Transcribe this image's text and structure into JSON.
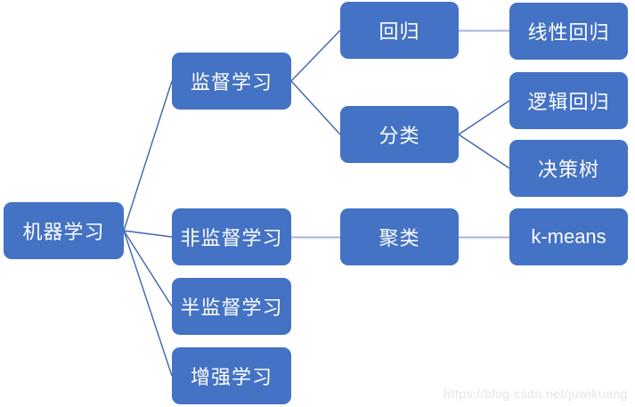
{
  "diagram": {
    "type": "tree",
    "nodes": [
      {
        "id": "machine-learning",
        "label": "机器学习"
      },
      {
        "id": "supervised-learning",
        "label": "监督学习"
      },
      {
        "id": "unsupervised-learning",
        "label": "非监督学习"
      },
      {
        "id": "semi-supervised-learning",
        "label": "半监督学习"
      },
      {
        "id": "reinforcement-learning",
        "label": "增强学习"
      },
      {
        "id": "regression",
        "label": "回归"
      },
      {
        "id": "classification",
        "label": "分类"
      },
      {
        "id": "clustering",
        "label": "聚类"
      },
      {
        "id": "linear-regression",
        "label": "线性回归"
      },
      {
        "id": "logistic-regression",
        "label": "逻辑回归"
      },
      {
        "id": "decision-tree",
        "label": "决策树"
      },
      {
        "id": "kmeans",
        "label": "k-means"
      }
    ],
    "edges": [
      {
        "from": "machine-learning",
        "to": "supervised-learning"
      },
      {
        "from": "machine-learning",
        "to": "unsupervised-learning"
      },
      {
        "from": "machine-learning",
        "to": "semi-supervised-learning"
      },
      {
        "from": "machine-learning",
        "to": "reinforcement-learning"
      },
      {
        "from": "supervised-learning",
        "to": "regression"
      },
      {
        "from": "supervised-learning",
        "to": "classification"
      },
      {
        "from": "regression",
        "to": "linear-regression"
      },
      {
        "from": "classification",
        "to": "logistic-regression"
      },
      {
        "from": "classification",
        "to": "decision-tree"
      },
      {
        "from": "unsupervised-learning",
        "to": "clustering"
      },
      {
        "from": "clustering",
        "to": "kmeans"
      }
    ],
    "colors": {
      "node_fill": "#4472C4",
      "node_text": "#FFFFFF",
      "connector": "#3D64B0",
      "connector_light": "#A6B4D8",
      "watermark": "#E4E4E4"
    },
    "watermark": "https://blog.csdn.net/juwikuang"
  }
}
